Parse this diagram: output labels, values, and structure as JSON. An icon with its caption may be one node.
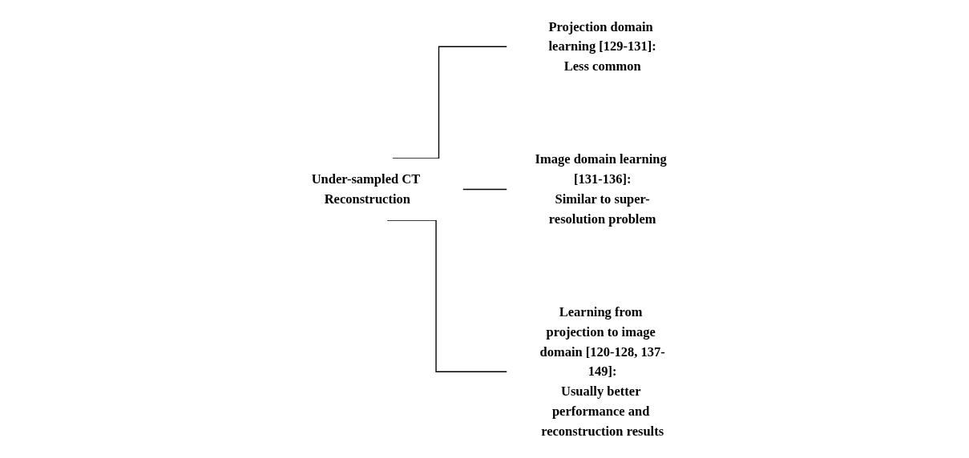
{
  "diagram": {
    "nodes": [
      {
        "text": [
          "Under-sampled CT Reconstruction"
        ]
      },
      {
        "text": [
          "Projection domain learning [129-131]:",
          "Less common"
        ]
      },
      {
        "text": [
          "Image domain learning [131-136]:",
          "Similar to super-resolution problem"
        ]
      },
      {
        "text": [
          "Learning from projection to image domain [120-128, 137-149]:",
          "Usually better performance and reconstruction results"
        ]
      }
    ],
    "edges": [
      {
        "from": 0,
        "to": 1,
        "arrow": "none"
      },
      {
        "from": 0,
        "to": 2,
        "arrow": "none"
      },
      {
        "from": 0,
        "to": 3,
        "arrow": "none"
      }
    ]
  }
}
